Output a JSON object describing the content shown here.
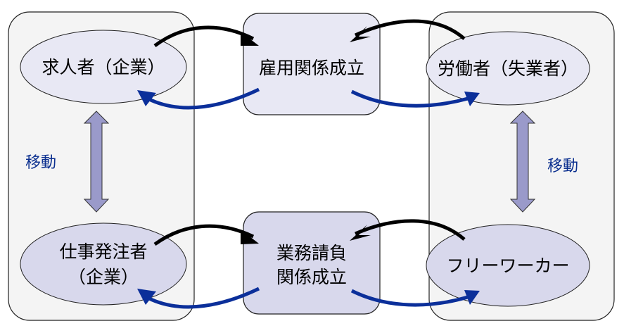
{
  "diagram": {
    "nodes": {
      "employer": "求人者（企業）",
      "worker": "労働者（失業者）",
      "client_line1": "仕事発注者",
      "client_line2": "（企業）",
      "freeworker": "フリーワーカー",
      "employment": "雇用関係成立",
      "contract_line1": "業務請負",
      "contract_line2": "関係成立"
    },
    "left_move_label": "移動",
    "right_move_label": "移動"
  },
  "colors": {
    "panel_fill": "#f4f4f4",
    "top_fill": "#e8e8f4",
    "bottom_fill": "#d8d8ec",
    "double_arrow": "#9a9aca",
    "black_arrow": "#000000",
    "blue_arrow": "#0b2f9a",
    "move_text": "#0b2f8f"
  }
}
